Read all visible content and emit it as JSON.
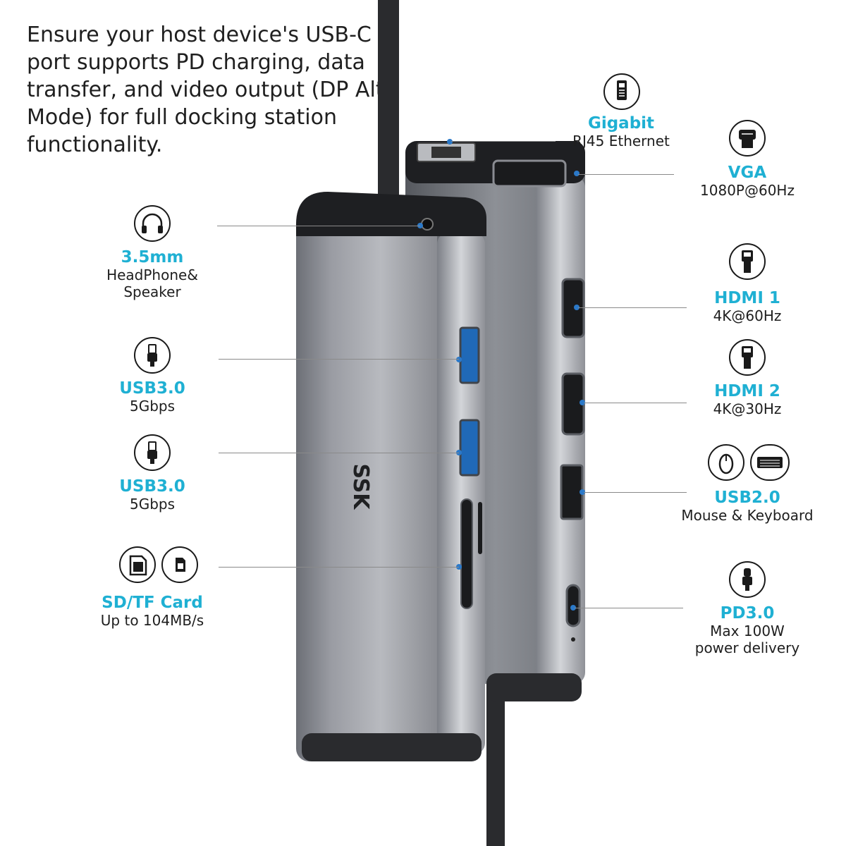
{
  "intro_text": "Ensure your host device's USB-C port supports PD charging, data transfer, and video output (DP Alt Mode) for full docking station functionality.",
  "brand": "SSK",
  "accent_color": "#1fb0d3",
  "ports": {
    "ethernet": {
      "title": "Gigabit",
      "subtitle": "RJ45 Ethernet",
      "icon": "ethernet-icon"
    },
    "vga": {
      "title": "VGA",
      "subtitle": "1080P@60Hz",
      "icon": "vga-icon"
    },
    "hdmi1": {
      "title": "HDMI 1",
      "subtitle": "4K@60Hz",
      "icon": "hdmi-icon"
    },
    "hdmi2": {
      "title": "HDMI 2",
      "subtitle": "4K@30Hz",
      "icon": "hdmi-icon"
    },
    "usb20": {
      "title": "USB2.0",
      "subtitle": "Mouse & Keyboard",
      "icon": "mouse-keyboard-icon"
    },
    "pd": {
      "title": "PD3.0",
      "subtitle_line1": "Max 100W",
      "subtitle_line2": "power delivery",
      "icon": "usb-c-icon"
    },
    "audio": {
      "title": "3.5mm",
      "subtitle_line1": "HeadPhone&",
      "subtitle_line2": "Speaker",
      "icon": "headphone-icon"
    },
    "usb30_a": {
      "title": "USB3.0",
      "subtitle": "5Gbps",
      "icon": "usb-icon"
    },
    "usb30_b": {
      "title": "USB3.0",
      "subtitle": "5Gbps",
      "icon": "usb-icon"
    },
    "card": {
      "title": "SD/TF Card",
      "subtitle": "Up to 104MB/s",
      "icon": "sd-card-icon"
    }
  }
}
